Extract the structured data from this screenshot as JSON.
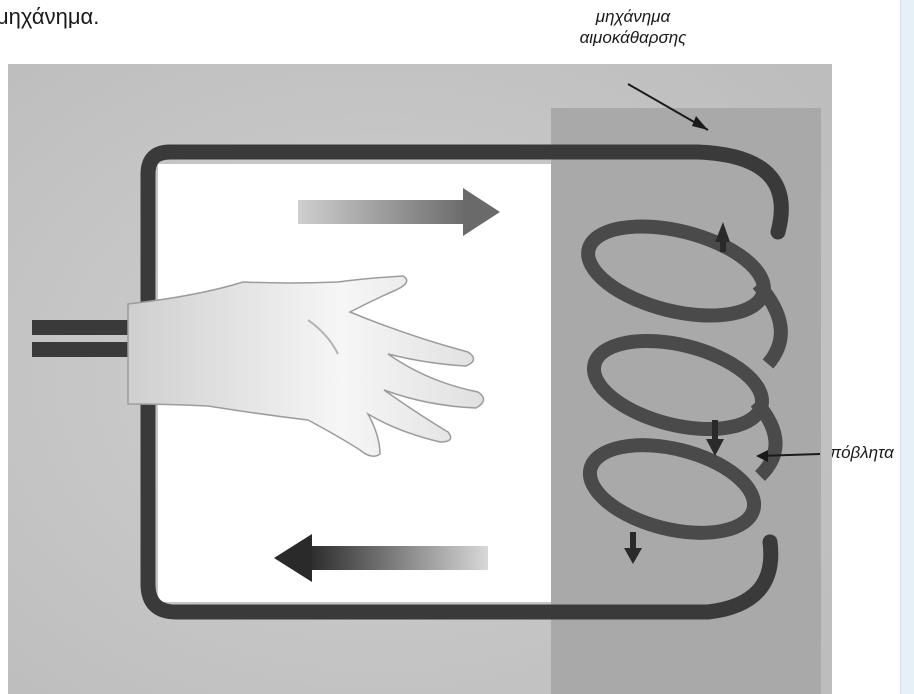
{
  "intro_text": "μηχάνημα.",
  "labels": {
    "machine_line1": "μηχάνημα",
    "machine_line2": "αιμοκάθαρσης",
    "waste": "απόβλητα"
  },
  "colors": {
    "background_gray": "#c6c6c6",
    "inner_white": "#ffffff",
    "machine_panel": "#a9a9a9",
    "tube": "#3a3a3a",
    "arrow_dark": "#2d2d2d",
    "side_panel": "#e6f1f7"
  },
  "icons": {
    "hand": "hand-illustration",
    "flow_right": "arrow-right-icon",
    "flow_left": "arrow-left-icon"
  }
}
